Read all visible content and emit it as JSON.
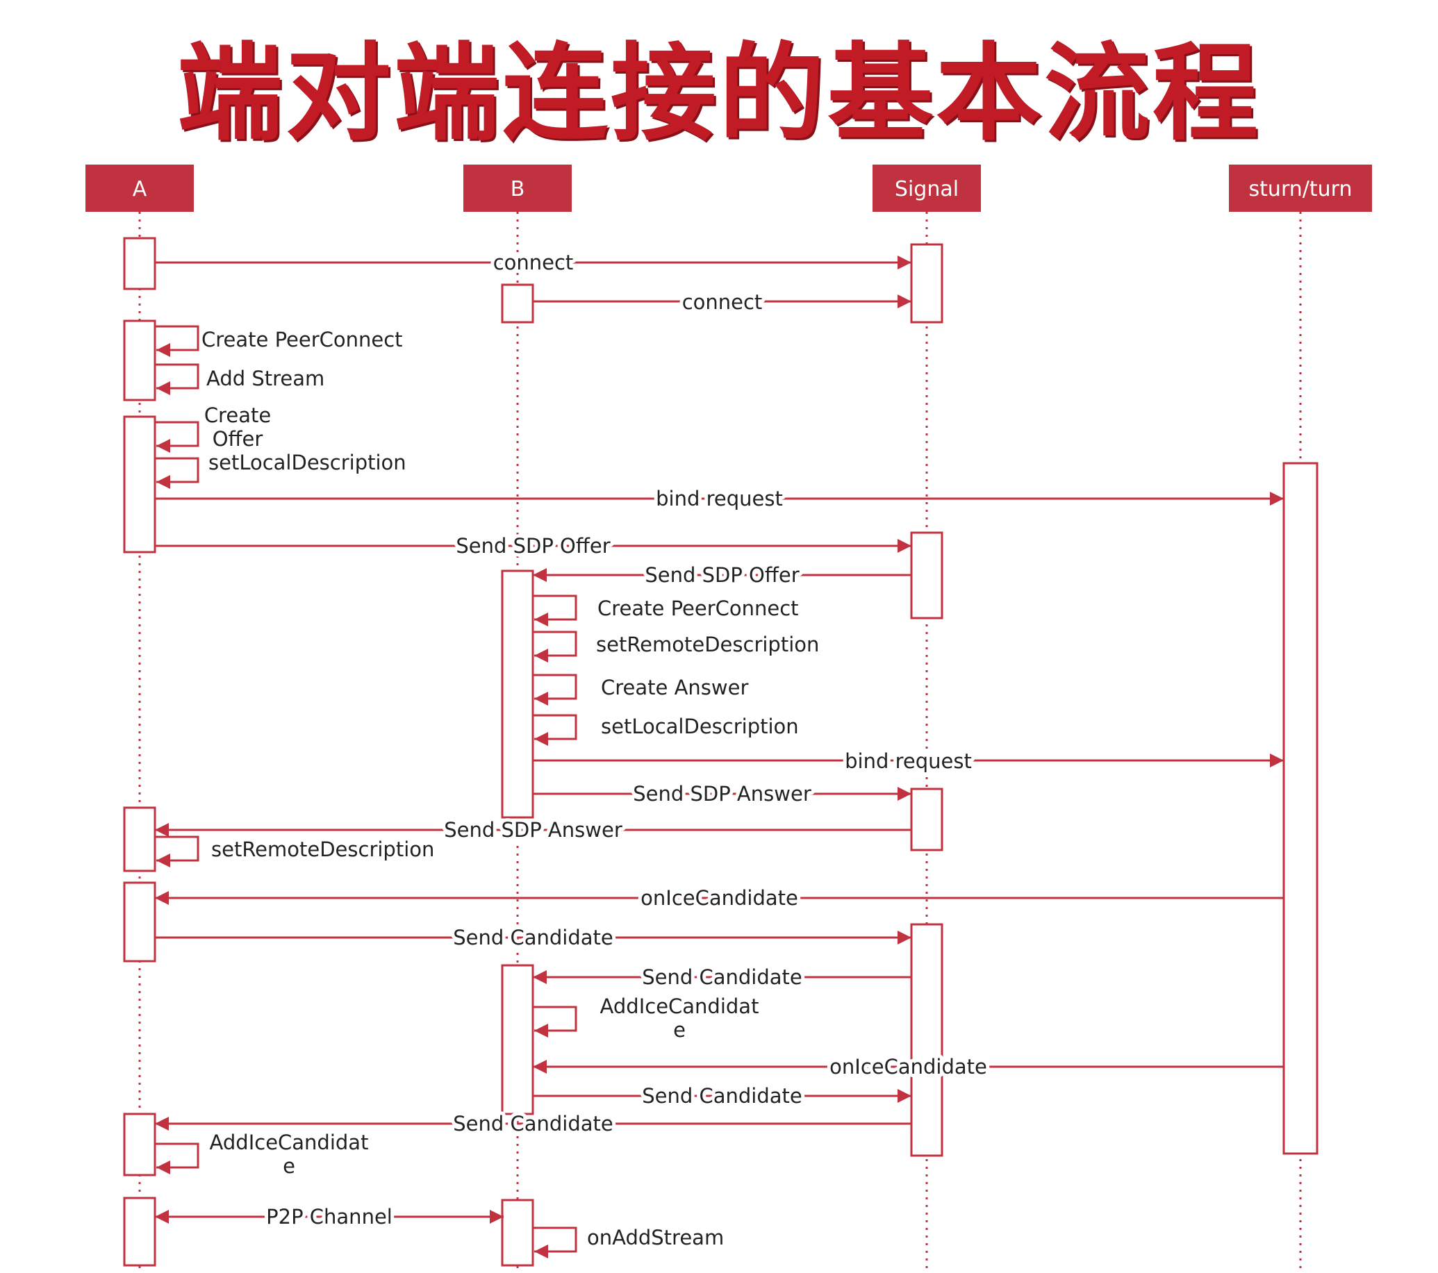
{
  "title": "端对端连接的基本流程",
  "colors": {
    "accent": "#c0323f",
    "title": "#c11b26",
    "text": "#222222",
    "background": "#ffffff"
  },
  "participants": [
    "A",
    "B",
    "Signal",
    "sturn/turn"
  ],
  "messages": [
    {
      "from": "A",
      "to": "Signal",
      "label": "connect"
    },
    {
      "from": "B",
      "to": "Signal",
      "label": "connect"
    },
    {
      "from": "A",
      "to": "A",
      "label": "Create PeerConnect"
    },
    {
      "from": "A",
      "to": "A",
      "label": "Add Stream"
    },
    {
      "from": "A",
      "to": "A",
      "label": "Create\nOffer"
    },
    {
      "from": "A",
      "to": "A",
      "label": "setLocalDescription"
    },
    {
      "from": "A",
      "to": "sturn/turn",
      "label": "bind request"
    },
    {
      "from": "A",
      "to": "Signal",
      "label": "Send SDP Offer"
    },
    {
      "from": "Signal",
      "to": "B",
      "label": "Send SDP Offer"
    },
    {
      "from": "B",
      "to": "B",
      "label": "Create PeerConnect"
    },
    {
      "from": "B",
      "to": "B",
      "label": "setRemoteDescription"
    },
    {
      "from": "B",
      "to": "B",
      "label": "Create Answer"
    },
    {
      "from": "B",
      "to": "B",
      "label": "setLocalDescription"
    },
    {
      "from": "B",
      "to": "sturn/turn",
      "label": "bind request"
    },
    {
      "from": "B",
      "to": "Signal",
      "label": "Send SDP Answer"
    },
    {
      "from": "Signal",
      "to": "A",
      "label": "Send SDP Answer"
    },
    {
      "from": "A",
      "to": "A",
      "label": "setRemoteDescription"
    },
    {
      "from": "sturn/turn",
      "to": "A",
      "label": "onIceCandidate"
    },
    {
      "from": "A",
      "to": "Signal",
      "label": "Send Candidate"
    },
    {
      "from": "Signal",
      "to": "B",
      "label": "Send Candidate"
    },
    {
      "from": "B",
      "to": "B",
      "label": "AddIceCandidat\ne"
    },
    {
      "from": "sturn/turn",
      "to": "B",
      "label": "onIceCandidate"
    },
    {
      "from": "B",
      "to": "Signal",
      "label": "Send Candidate"
    },
    {
      "from": "Signal",
      "to": "A",
      "label": "Send Candidate"
    },
    {
      "from": "A",
      "to": "A",
      "label": "AddIceCandidat\ne"
    },
    {
      "from": "A",
      "to": "B",
      "label": "P2P Channel",
      "bidirectional": true
    },
    {
      "from": "B",
      "to": "B",
      "label": "onAddStream"
    }
  ]
}
